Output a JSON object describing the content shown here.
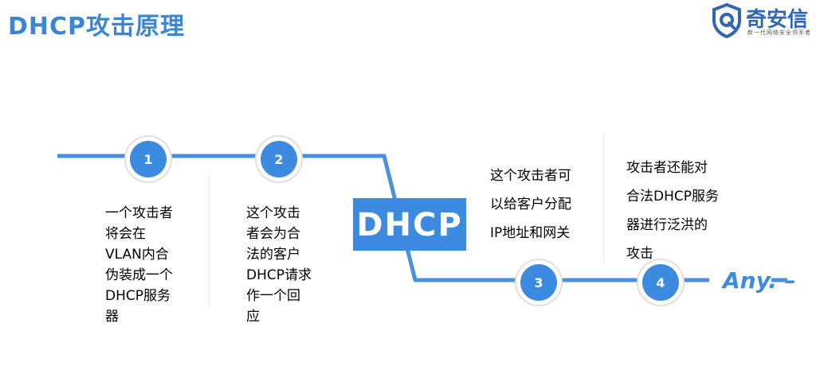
{
  "header": {
    "title": "DHCP攻击原理"
  },
  "logo": {
    "name": "奇安信",
    "slogan": "新一代网络安全领军者",
    "icon": "shield-q-icon",
    "color": "#2f66b5"
  },
  "colors": {
    "accent": "#3d8be0",
    "line": "#4a90e2"
  },
  "center_label": "DHCP",
  "end_label": "Any. –",
  "steps": [
    {
      "number": "1",
      "lines": [
        "一个攻击者",
        "将会在",
        "VLAN内合",
        "伪装成一个",
        "DHCP服务",
        "器"
      ]
    },
    {
      "number": "2",
      "lines": [
        "这个攻击",
        "者会为合",
        "法的客户",
        "DHCP请求",
        "作一个回",
        "应"
      ]
    },
    {
      "number": "3",
      "lines": [
        "这个攻击者可",
        "以给客户分配",
        "IP地址和网关"
      ]
    },
    {
      "number": "4",
      "lines": [
        "攻击者还能对",
        "合法DHCP服务",
        "器进行泛洪的",
        "攻击"
      ]
    }
  ]
}
